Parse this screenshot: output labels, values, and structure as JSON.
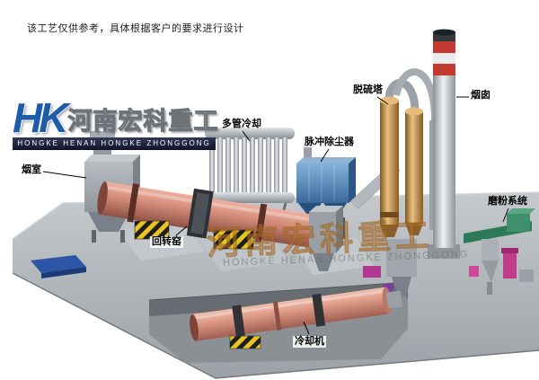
{
  "page": {
    "disclaimer": "该工艺仅供参考，具体根据客户的要求进行设计"
  },
  "logo": {
    "monogram": "HK",
    "company_cn": "河南宏科重工",
    "company_en": "HONGKE HENAN HONGKE ZHONGGONG"
  },
  "watermark": {
    "cn": "河南宏科重工",
    "en": "HONGKE HENAN HONGKE ZHONGGONG"
  },
  "labels": {
    "smoke_chamber": "烟室",
    "multi_tube_cooler": "多管冷却",
    "pulse_dust_collector": "脉冲除尘器",
    "desulfurization_tower": "脱硫塔",
    "chimney": "烟囱",
    "grinding_system": "磨粉系统",
    "rotary_kiln": "回转窑",
    "cooling_machine": "冷却机"
  },
  "colors": {
    "kiln_salmon": "#d4907e",
    "dust_collector_blue": "#4e81b0",
    "tower_tan": "#c08840",
    "chimney_red": "#c23a30",
    "hazard_yellow": "#e8c51f",
    "grinding_teal": "#2e7a58",
    "magenta": "#c23a8c",
    "platform_gray": "#a7adb2",
    "logo_blue": "#1c5ca8"
  }
}
